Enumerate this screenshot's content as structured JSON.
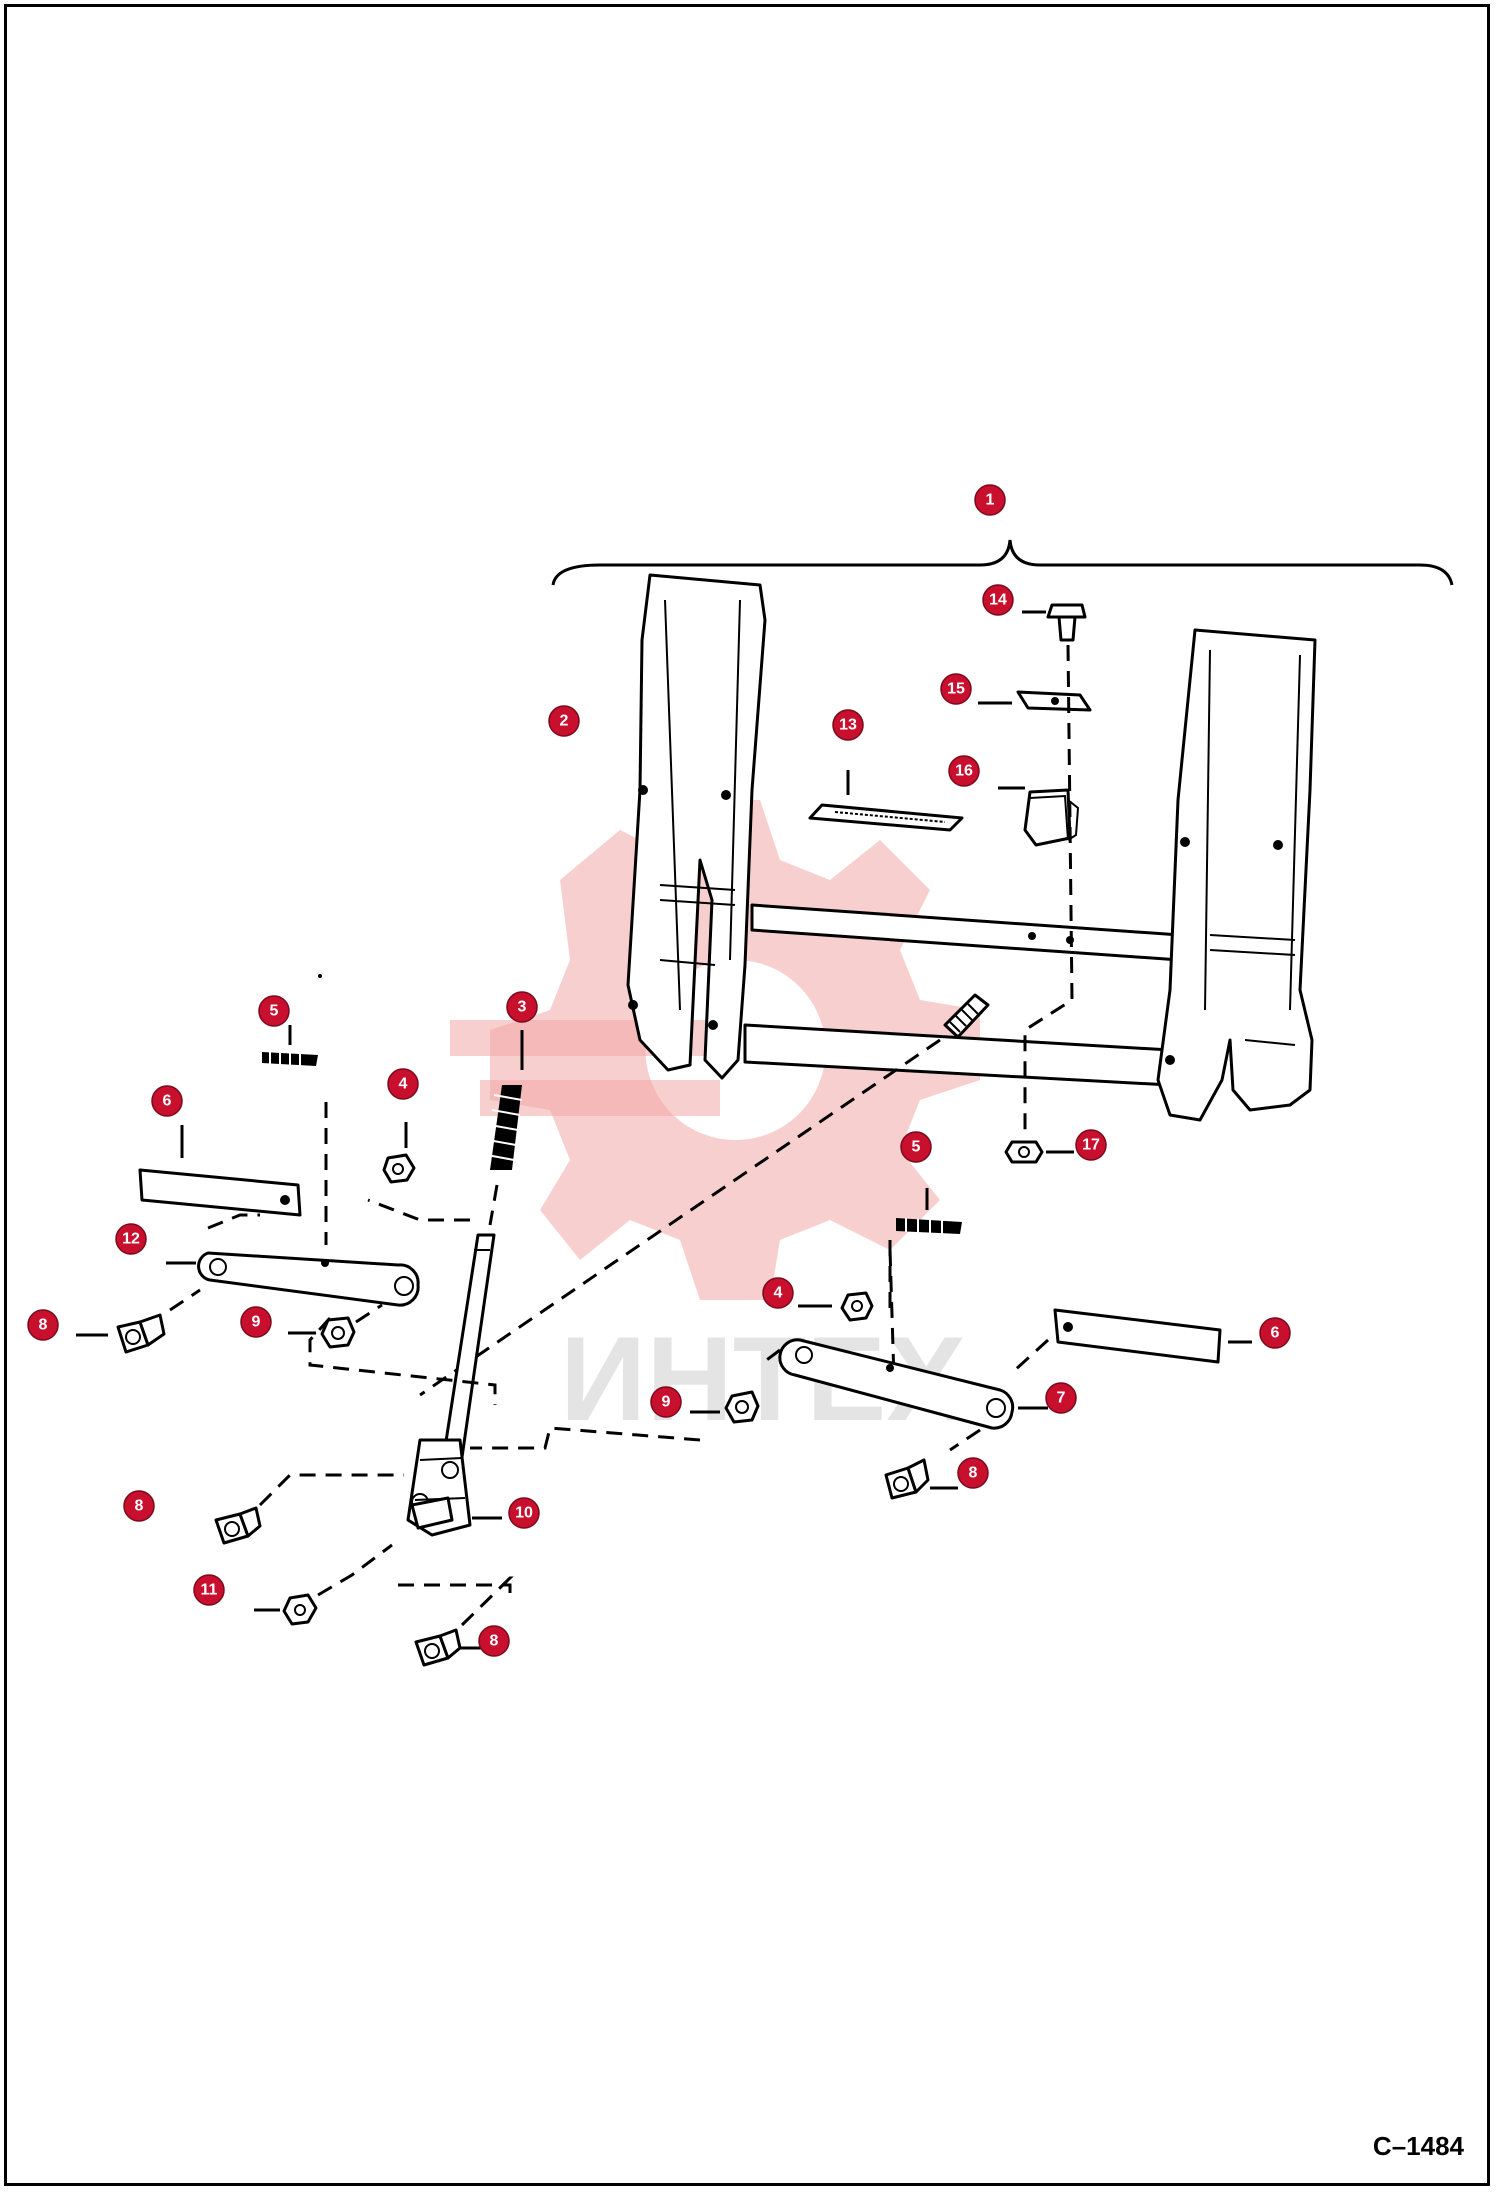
{
  "watermark": {
    "text": "ИНТЕХ"
  },
  "figure_code": "C–1484",
  "callouts": [
    {
      "id": "callout-1",
      "label": "1"
    },
    {
      "id": "callout-2",
      "label": "2"
    },
    {
      "id": "callout-3",
      "label": "3"
    },
    {
      "id": "callout-4a",
      "label": "4"
    },
    {
      "id": "callout-4b",
      "label": "4"
    },
    {
      "id": "callout-5a",
      "label": "5"
    },
    {
      "id": "callout-5b",
      "label": "5"
    },
    {
      "id": "callout-6a",
      "label": "6"
    },
    {
      "id": "callout-6b",
      "label": "6"
    },
    {
      "id": "callout-7",
      "label": "7"
    },
    {
      "id": "callout-8a",
      "label": "8"
    },
    {
      "id": "callout-8b",
      "label": "8"
    },
    {
      "id": "callout-8c",
      "label": "8"
    },
    {
      "id": "callout-8d",
      "label": "8"
    },
    {
      "id": "callout-9a",
      "label": "9"
    },
    {
      "id": "callout-9b",
      "label": "9"
    },
    {
      "id": "callout-10",
      "label": "10"
    },
    {
      "id": "callout-11",
      "label": "11"
    },
    {
      "id": "callout-12",
      "label": "12"
    },
    {
      "id": "callout-13",
      "label": "13"
    },
    {
      "id": "callout-14",
      "label": "14"
    },
    {
      "id": "callout-15",
      "label": "15"
    },
    {
      "id": "callout-16",
      "label": "16"
    },
    {
      "id": "callout-17",
      "label": "17"
    }
  ],
  "colors": {
    "callout": "#c8102e",
    "line": "#000000",
    "watermark": "#f2a8a8"
  }
}
